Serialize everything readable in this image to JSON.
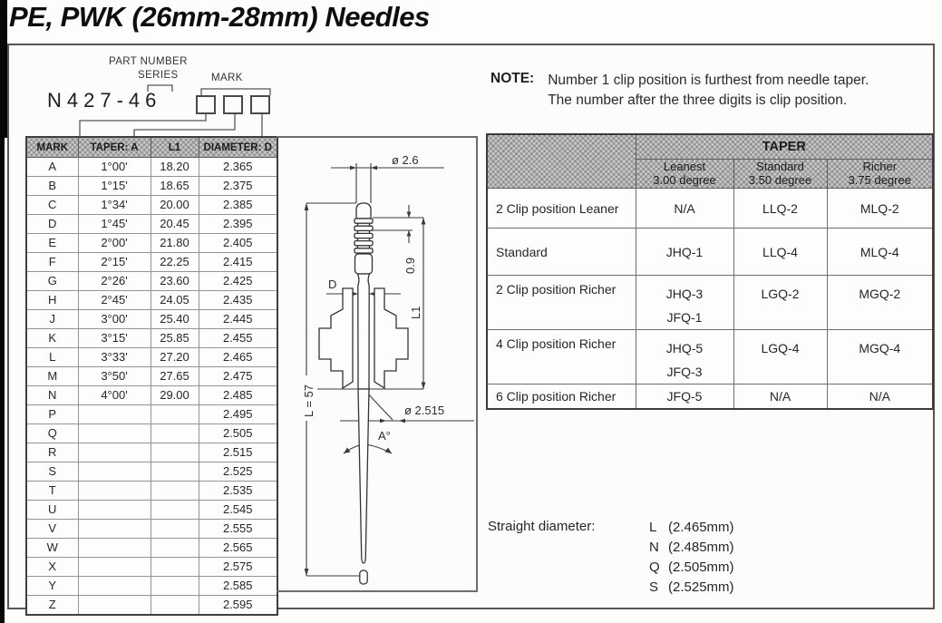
{
  "title": "PE, PWK (26mm-28mm) Needles",
  "part_number": {
    "label_part_number": "PART NUMBER",
    "label_series": "SERIES",
    "label_mark": "MARK",
    "number": "N427-46"
  },
  "note": {
    "label": "NOTE:",
    "line1": "Number 1 clip position is furthest from needle taper.",
    "line2": "The number after the three digits is clip position."
  },
  "spec_table": {
    "headers": [
      "MARK",
      "TAPER: A",
      "L1",
      "DIAMETER: D"
    ],
    "rows": [
      [
        "A",
        "1°00'",
        "18.20",
        "2.365"
      ],
      [
        "B",
        "1°15'",
        "18.65",
        "2.375"
      ],
      [
        "C",
        "1°34'",
        "20.00",
        "2.385"
      ],
      [
        "D",
        "1°45'",
        "20.45",
        "2.395"
      ],
      [
        "E",
        "2°00'",
        "21.80",
        "2.405"
      ],
      [
        "F",
        "2°15'",
        "22.25",
        "2.415"
      ],
      [
        "G",
        "2°26'",
        "23.60",
        "2.425"
      ],
      [
        "H",
        "2°45'",
        "24.05",
        "2.435"
      ],
      [
        "J",
        "3°00'",
        "25.40",
        "2.445"
      ],
      [
        "K",
        "3°15'",
        "25.85",
        "2.455"
      ],
      [
        "L",
        "3°33'",
        "27.20",
        "2.465"
      ],
      [
        "M",
        "3°50'",
        "27.65",
        "2.475"
      ],
      [
        "N",
        "4°00'",
        "29.00",
        "2.485"
      ],
      [
        "P",
        "",
        "",
        "2.495"
      ],
      [
        "Q",
        "",
        "",
        "2.505"
      ],
      [
        "R",
        "",
        "",
        "2.515"
      ],
      [
        "S",
        "",
        "",
        "2.525"
      ],
      [
        "T",
        "",
        "",
        "2.535"
      ],
      [
        "U",
        "",
        "",
        "2.545"
      ],
      [
        "V",
        "",
        "",
        "2.555"
      ],
      [
        "W",
        "",
        "",
        "2.565"
      ],
      [
        "X",
        "",
        "",
        "2.575"
      ],
      [
        "Y",
        "",
        "",
        "2.585"
      ],
      [
        "Z",
        "",
        "",
        "2.595"
      ]
    ]
  },
  "diagram": {
    "dim_top_diameter": "ø 2.6",
    "dim_groove": "0.9",
    "dim_d": "D",
    "dim_l1": "L1",
    "dim_length": "L = 57",
    "dim_tip_diameter": "ø 2.515",
    "dim_angle": "A°"
  },
  "taper_table": {
    "title": "TAPER",
    "columns": [
      {
        "name": "Leanest",
        "degree": "3.00 degree"
      },
      {
        "name": "Standard",
        "degree": "3.50 degree"
      },
      {
        "name": "Richer",
        "degree": "3.75 degree"
      }
    ],
    "rows": [
      {
        "label": "2 Clip position Leaner",
        "cells": [
          [
            "N/A"
          ],
          [
            "LLQ-2"
          ],
          [
            "MLQ-2"
          ]
        ]
      },
      {
        "label": "Standard",
        "cells": [
          [
            "JHQ-1"
          ],
          [
            "LLQ-4"
          ],
          [
            "MLQ-4"
          ]
        ]
      },
      {
        "label": "2 Clip position Richer",
        "cells": [
          [
            "JHQ-3",
            "JFQ-1"
          ],
          [
            "LGQ-2"
          ],
          [
            "MGQ-2"
          ]
        ]
      },
      {
        "label": "4 Clip position Richer",
        "cells": [
          [
            "JHQ-5",
            "JFQ-3"
          ],
          [
            "LGQ-4"
          ],
          [
            "MGQ-4"
          ]
        ]
      },
      {
        "label": "6 Clip position Richer",
        "cells": [
          [
            "JFQ-5"
          ],
          [
            "N/A"
          ],
          [
            "N/A"
          ]
        ]
      }
    ]
  },
  "straight_diameter": {
    "label": "Straight diameter:",
    "items": [
      {
        "mark": "L",
        "value": "(2.465mm)"
      },
      {
        "mark": "N",
        "value": "(2.485mm)"
      },
      {
        "mark": "Q",
        "value": "(2.505mm)"
      },
      {
        "mark": "S",
        "value": "(2.525mm)"
      }
    ]
  },
  "colors": {
    "ink": "#2b2b2b",
    "table_border": "#3f3f3f",
    "header_fill": "#c9c9c9"
  }
}
